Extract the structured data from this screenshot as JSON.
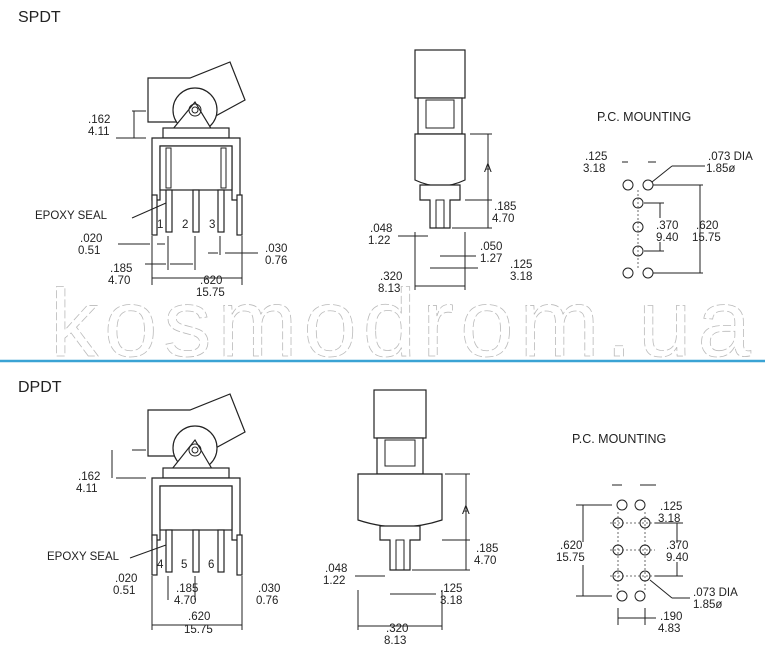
{
  "watermark": "kosmodrom.ua",
  "colors": {
    "divider": "#3aa3d4",
    "ink": "#222222"
  },
  "spdt": {
    "title": "SPDT",
    "front": {
      "dim_162": [
        ".162",
        "4.11"
      ],
      "epoxy_seal": "EPOXY SEAL",
      "pins": [
        "1",
        "2",
        "3"
      ],
      "dim_020": [
        ".020",
        "0.51"
      ],
      "dim_030": [
        ".030",
        "0.76"
      ],
      "dim_185": [
        ".185",
        "4.70"
      ],
      "dim_620": [
        ".620",
        "15.75"
      ]
    },
    "side": {
      "dim_a": "A",
      "dim_185": [
        ".185",
        "4.70"
      ],
      "dim_048": [
        ".048",
        "1.22"
      ],
      "dim_050": [
        ".050",
        "1.27"
      ],
      "dim_125": [
        ".125",
        "3.18"
      ],
      "dim_320": [
        ".320",
        "8.13"
      ]
    },
    "pc": {
      "title": "P.C. MOUNTING",
      "dim_125": [
        ".125",
        "3.18"
      ],
      "dim_073": [
        ".073 DIA",
        "1.85ø"
      ],
      "dim_370": [
        ".370",
        "9.40"
      ],
      "dim_620": [
        ".620",
        "15.75"
      ]
    }
  },
  "dpdt": {
    "title": "DPDT",
    "front": {
      "dim_162": [
        ".162",
        "4.11"
      ],
      "epoxy_seal": "EPOXY SEAL",
      "pins": [
        "4",
        "5",
        "6"
      ],
      "dim_020": [
        ".020",
        "0.51"
      ],
      "dim_185": [
        ".185",
        "4.70"
      ],
      "dim_030": [
        ".030",
        "0.76"
      ],
      "dim_620": [
        ".620",
        "15.75"
      ]
    },
    "side": {
      "dim_a": "A",
      "dim_185": [
        ".185",
        "4.70"
      ],
      "dim_048": [
        ".048",
        "1.22"
      ],
      "dim_125": [
        ".125",
        "3.18"
      ],
      "dim_320": [
        ".320",
        "8.13"
      ]
    },
    "pc": {
      "title": "P.C. MOUNTING",
      "dim_125": [
        ".125",
        "3.18"
      ],
      "dim_620": [
        ".620",
        "15.75"
      ],
      "dim_370": [
        ".370",
        "9.40"
      ],
      "dim_073": [
        ".073 DIA",
        "1.85ø"
      ],
      "dim_190": [
        ".190",
        "4.83"
      ]
    }
  }
}
